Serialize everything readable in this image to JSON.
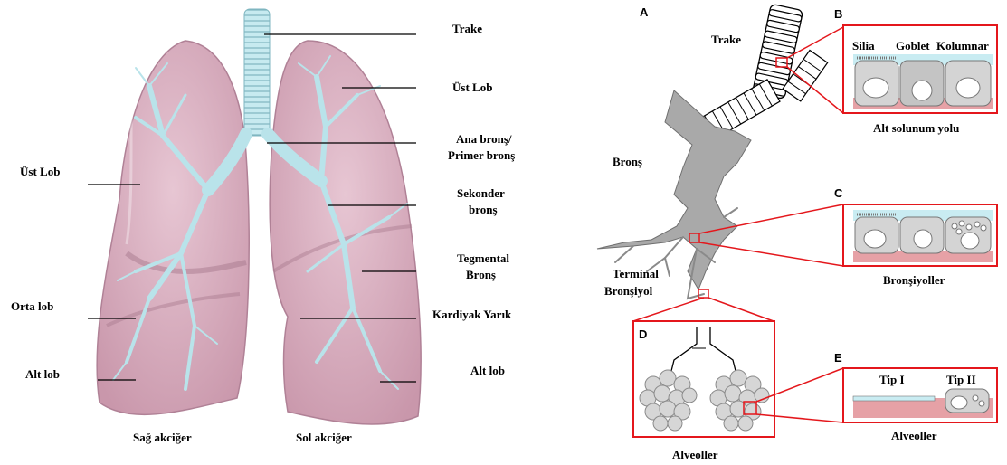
{
  "left_figure": {
    "labels": {
      "trake": "Trake",
      "ust_lob_left": "Üst Lob",
      "ana_brons_1": "Ana bronş/",
      "ana_brons_2": "Primer bronş",
      "ust_lob_right": "Üst Lob",
      "sekonder_1": "Sekonder",
      "sekonder_2": "bronş",
      "tegmental_1": "Tegmental",
      "tegmental_2": "Bronş",
      "orta_lob": "Orta lob",
      "kardiyak": "Kardiyak Yarık",
      "alt_lob_left": "Alt lob",
      "alt_lob_right": "Alt lob",
      "sag_akciger": "Sağ akciğer",
      "sol_akciger": "Sol akciğer"
    }
  },
  "right_figure": {
    "panels": {
      "a": "A",
      "b": "B",
      "c": "C",
      "d": "D",
      "e": "E"
    },
    "labels": {
      "trake": "Trake",
      "bronsh": "Bronş",
      "terminal_1": "Terminal",
      "terminal_2": "Bronşiyol",
      "silia": "Silia",
      "goblet": "Goblet",
      "kolumnar": "Kolumnar",
      "alt_solunum": "Alt solunum yolu",
      "bronsiyoller": "Bronşiyoller",
      "alveoller_d": "Alveoller",
      "tip1": "Tip I",
      "tip2": "Tip II",
      "alveoller_e": "Alveoller"
    }
  },
  "colors": {
    "lung_fill": "#d9aebf",
    "lung_edge": "#b08196",
    "airway": "#b9e3ea",
    "highlight_red": "#e4171c",
    "tissue_pink": "#e6a1a6",
    "cell_grey": "#d4d4d4",
    "lumen_blue": "#c9ecf2",
    "bronchial_tree_grey": "#a9a9a9"
  }
}
